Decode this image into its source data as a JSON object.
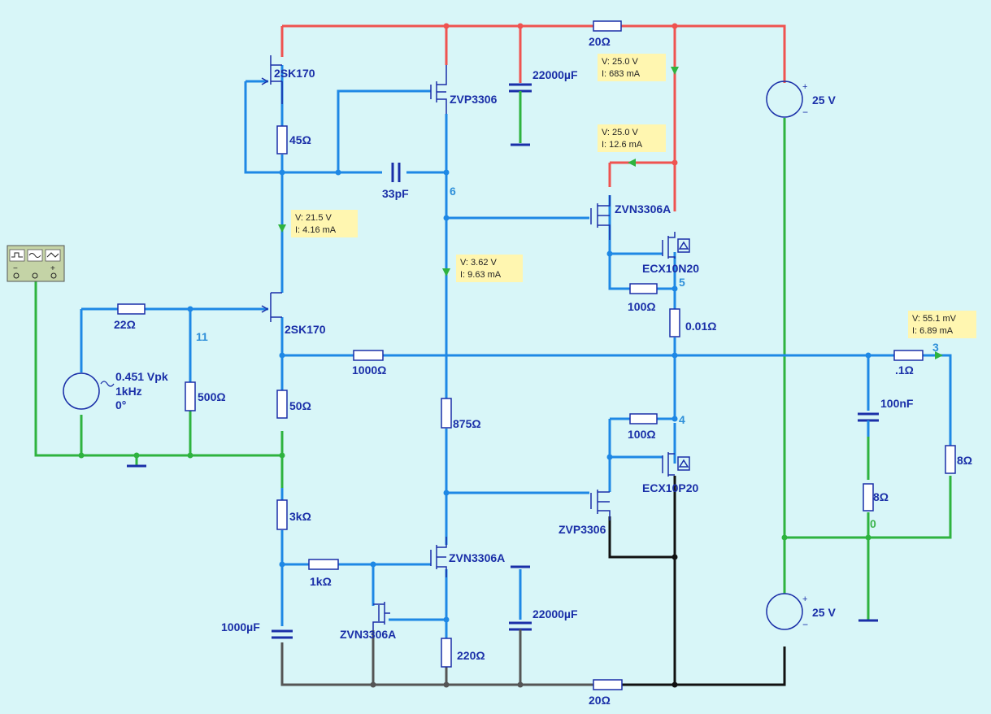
{
  "components": {
    "jfet_top": "2SK170",
    "jfet_bottom": "2SK170",
    "r45": "45Ω",
    "cap33p": "33pF",
    "mos_zvp_top": "ZVP3306",
    "cap22000_top": "22000µF",
    "r20_top": "20Ω",
    "vsrc_top": "25 V",
    "mos_zvn_top": "ZVN3306A",
    "mos_ecx_n": "ECX10N20",
    "r100_top": "100Ω",
    "r001": "0.01Ω",
    "r22": "22Ω",
    "vin": [
      "0.451 Vpk",
      "1kHz",
      "0°"
    ],
    "r500": "500Ω",
    "r50": "50Ω",
    "r1000": "1000Ω",
    "r875": "875Ω",
    "r01": ".1Ω",
    "cap100n": "100nF",
    "r8_load": "8Ω",
    "r8_zobel": "8Ω",
    "r100_bot": "100Ω",
    "mos_ecx_p": "ECX10P20",
    "mos_zvp_bot": "ZVP3306",
    "r3k": "3kΩ",
    "r1k": "1kΩ",
    "mos_zvn_mid": "ZVN3306A",
    "mos_zvn_low": "ZVN3306A",
    "cap1000u": "1000µF",
    "r220": "220Ω",
    "cap22000_bot": "22000µF",
    "r20_bot": "20Ω",
    "vsrc_bot": "25 V"
  },
  "nodes": {
    "n6": "6",
    "n5": "5",
    "n11": "11",
    "n3": "3",
    "n4": "4",
    "n0": "0"
  },
  "probes": [
    {
      "v": "V: 25.0 V",
      "i": "I: 683 mA"
    },
    {
      "v": "V: 25.0 V",
      "i": "I: 12.6 mA"
    },
    {
      "v": "V: 21.5 V",
      "i": "I: 4.16 mA"
    },
    {
      "v": "V: 3.62 V",
      "i": "I: 9.63 mA"
    },
    {
      "v": "V: 55.1 mV",
      "i": "I: 6.89 mA"
    }
  ],
  "colors": {
    "background": "#d8f6f8",
    "wire": "#1e88e5",
    "supply_positive": "#ef5350",
    "ground": "#2eb33f",
    "supply_negative": "#111111",
    "component": "#1a2fa8",
    "probe_box": "#fff6b0"
  },
  "icons": {
    "function_generator": "function-generator-icon",
    "ground": "ground-icon"
  }
}
